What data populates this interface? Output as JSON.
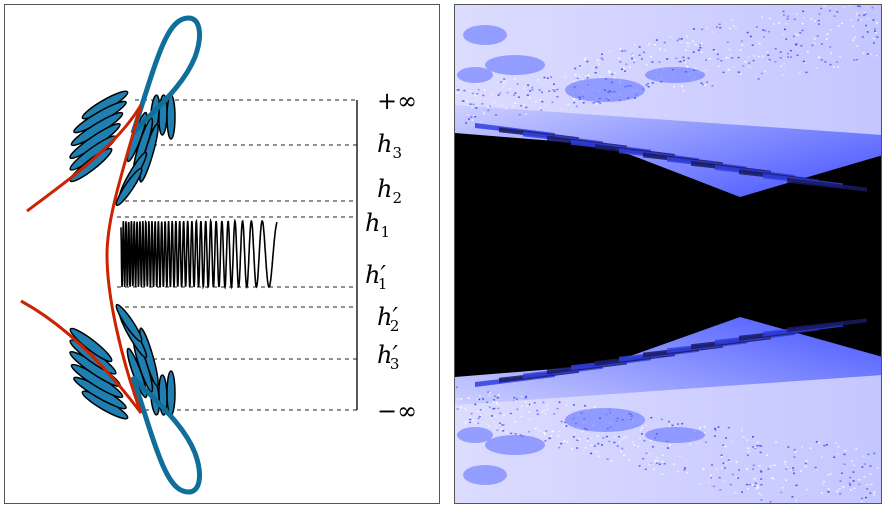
{
  "left_diagram": {
    "labels": {
      "plus_inf": "+∞",
      "h3": "h",
      "h3_sub": "3",
      "h2": "h",
      "h2_sub": "2",
      "h1": "h",
      "h1_sub": "1",
      "h1p": "h′",
      "h1p_sub": "1",
      "h2p": "h′",
      "h2p_sub": "2",
      "h3p": "h′",
      "h3p_sub": "3",
      "minus_inf": "−∞"
    },
    "colors": {
      "loop": "#0f6f9a",
      "red_curve": "#cc2200",
      "leaf_fill": "#1f7fb0",
      "ink": "#000000"
    }
  },
  "right_plot": {
    "colors": {
      "background_light": "#c9caff",
      "deep_blue": "#2a3cff",
      "black_region": "#000000"
    }
  }
}
